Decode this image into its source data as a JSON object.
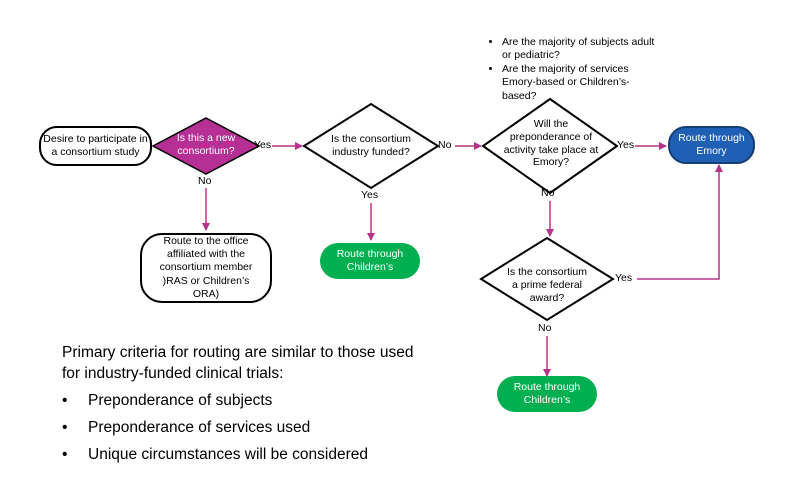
{
  "nodes": {
    "start": "Desire to participate in a consortium study",
    "q_new": "Is this a new consortium?",
    "q_industry": "Is the consortium industry funded?",
    "q_emory": "Will the preponderance of activity take place at Emory?",
    "q_federal": "Is the consortium a prime federal award?",
    "route_office": "Route to the office affiliated with the consortium member )RAS or Children’s ORA)",
    "route_childrens_1": "Route through Children’s",
    "route_emory": "Route through Emory",
    "route_childrens_2": "Route through Children’s"
  },
  "edge_labels": {
    "new_yes": "Yes",
    "new_no": "No",
    "industry_no": "No",
    "industry_yes": "Yes",
    "emory_yes": "Yes",
    "emory_no": "No",
    "federal_yes": "Yes",
    "federal_no": "No"
  },
  "notes": [
    "Are the majority of subjects adult or pediatric?",
    "Are the majority of services Emory-based or Children’s-based?"
  ],
  "criteria": {
    "intro": "Primary criteria for routing are similar to those used for industry-funded clinical trials:",
    "items": [
      "Preponderance of subjects",
      "Preponderance of services used",
      "Unique circumstances will be considered"
    ]
  },
  "colors": {
    "arrow": "#b5338a",
    "decision_fill": "#b52f94",
    "green": "#00b050",
    "blue": "#1f5fb4"
  }
}
